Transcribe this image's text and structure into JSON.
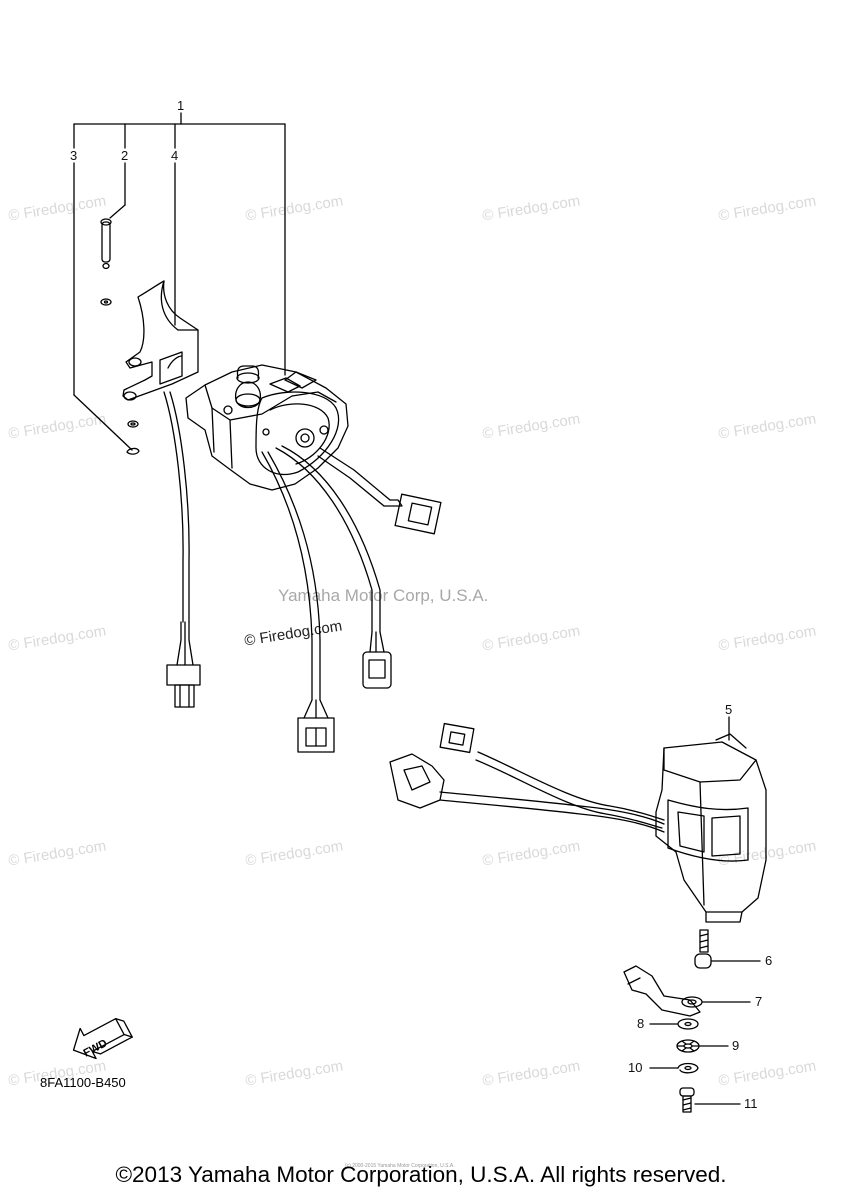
{
  "diagram": {
    "watermark": "© Firedog.com",
    "center_watermark_line1": "Yamaha Motor Corp, U.S.A.",
    "center_watermark_line2": "© Firedog.com",
    "callouts": [
      "1",
      "2",
      "3",
      "4",
      "5",
      "6",
      "7",
      "8",
      "9",
      "10",
      "11"
    ],
    "fwd_label": "FWD",
    "part_code": "8FA1100-B450",
    "tiny_credit": "(c) 2000-2015 Yamaha Motor Corporation, U.S.A.",
    "copyright": "©2013 Yamaha Motor Corporation, U.S.A. All rights reserved."
  }
}
